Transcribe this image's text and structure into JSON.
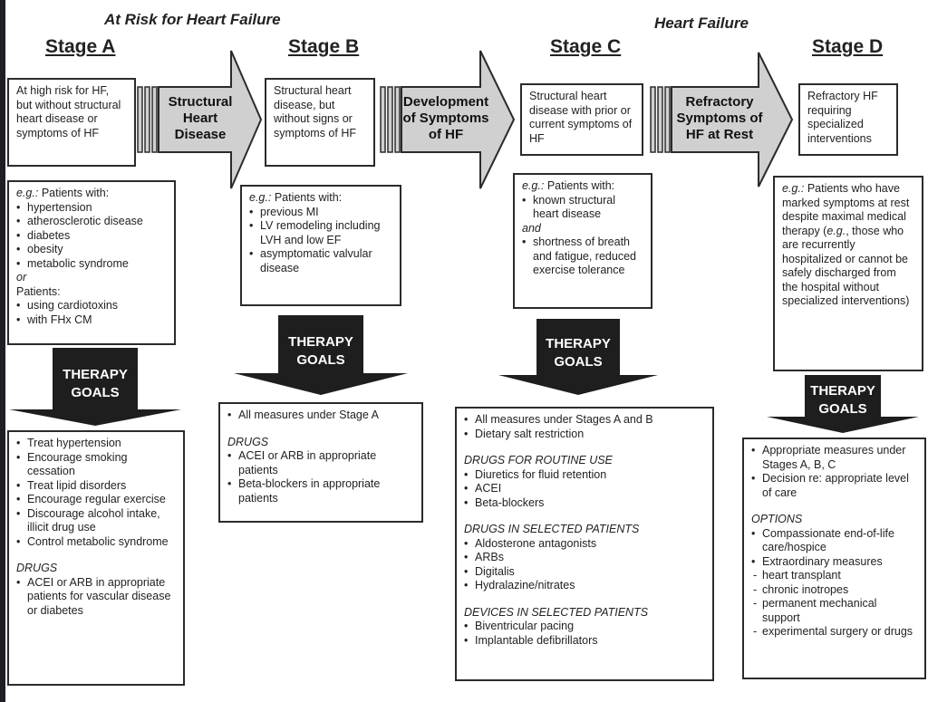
{
  "headers": {
    "at_risk": "At Risk for Heart Failure",
    "heart_failure": "Heart Failure"
  },
  "stages": {
    "a": {
      "title": "Stage A",
      "description": "At high risk for HF, but without structural heart disease or symptoms of HF",
      "examples_intro": "Patients with:",
      "examples_prefix": "e.g.:",
      "examples": [
        "hypertension",
        "atherosclerotic disease",
        "diabetes",
        "obesity",
        "metabolic syndrome"
      ],
      "or_label": "or",
      "examples2_intro": "Patients:",
      "examples2": [
        "using cardiotoxins",
        "with FHx CM"
      ],
      "therapy": [
        "Treat hypertension",
        "Encourage smoking cessation",
        "Treat lipid disorders",
        "Encourage regular exercise",
        "Discourage alcohol intake, illicit drug use",
        "Control metabolic syndrome"
      ],
      "drugs_label": "DRUGS",
      "drugs": [
        "ACEI or ARB in appropriate patients for vascular disease or diabetes"
      ]
    },
    "b": {
      "title": "Stage B",
      "description": "Structural heart disease, but without signs or symptoms of HF",
      "examples_prefix": "e.g.:",
      "examples_intro": "Patients with:",
      "examples": [
        "previous MI",
        "LV remodeling including LVH and low EF",
        "asymptomatic valvular disease"
      ],
      "therapy": [
        "All measures under Stage A"
      ],
      "drugs_label": "DRUGS",
      "drugs": [
        "ACEI or ARB in appropriate patients",
        "Beta-blockers in appropriate patients"
      ]
    },
    "c": {
      "title": "Stage C",
      "description": "Structural heart disease with prior or current symptoms of HF",
      "examples_prefix": "e.g.:",
      "examples_intro": "Patients with:",
      "examples": [
        "known structural heart disease"
      ],
      "and_label": "and",
      "examples2": [
        "shortness of breath and fatigue, reduced exercise tolerance"
      ],
      "therapy": [
        "All measures under Stages A and B",
        "Dietary salt restriction"
      ],
      "routine_label": "DRUGS FOR ROUTINE USE",
      "routine": [
        "Diuretics for fluid retention",
        "ACEI",
        "Beta-blockers"
      ],
      "selected_label": "DRUGS IN SELECTED PATIENTS",
      "selected": [
        "Aldosterone antagonists",
        "ARBs",
        "Digitalis",
        "Hydralazine/nitrates"
      ],
      "devices_label": "DEVICES IN SELECTED PATIENTS",
      "devices": [
        "Biventricular pacing",
        "Implantable defibrillators"
      ]
    },
    "d": {
      "title": "Stage D",
      "description": "Refractory HF requiring specialized interventions",
      "examples_prefix": "e.g.:",
      "examples_text_1": "Patients who have marked symptoms at rest despite maximal medical therapy (",
      "examples_text_eg": "e.g.",
      "examples_text_2": ", those who are recurrently hospitalized or cannot be safely discharged from the hospital without specialized interventions)",
      "therapy": [
        "Appropriate measures under Stages A, B, C",
        "Decision re: appropriate level of care"
      ],
      "options_label": "OPTIONS",
      "options": [
        "Compassionate end-of-life care/hospice",
        "Extraordinary measures"
      ],
      "sub_options": [
        "heart transplant",
        "chronic inotropes",
        "permanent mechanical support",
        "experimental surgery or drugs"
      ]
    }
  },
  "transitions": {
    "ab": "Structural Heart Disease",
    "bc": "Development of Symptoms of HF",
    "cd": "Refractory Symptoms of HF at Rest"
  },
  "therapy_goals_label": "THERAPY GOALS",
  "colors": {
    "arrow_fill": "#d0d0d0",
    "goal_fill": "#1e1e1e",
    "border": "#2b2b2b"
  }
}
